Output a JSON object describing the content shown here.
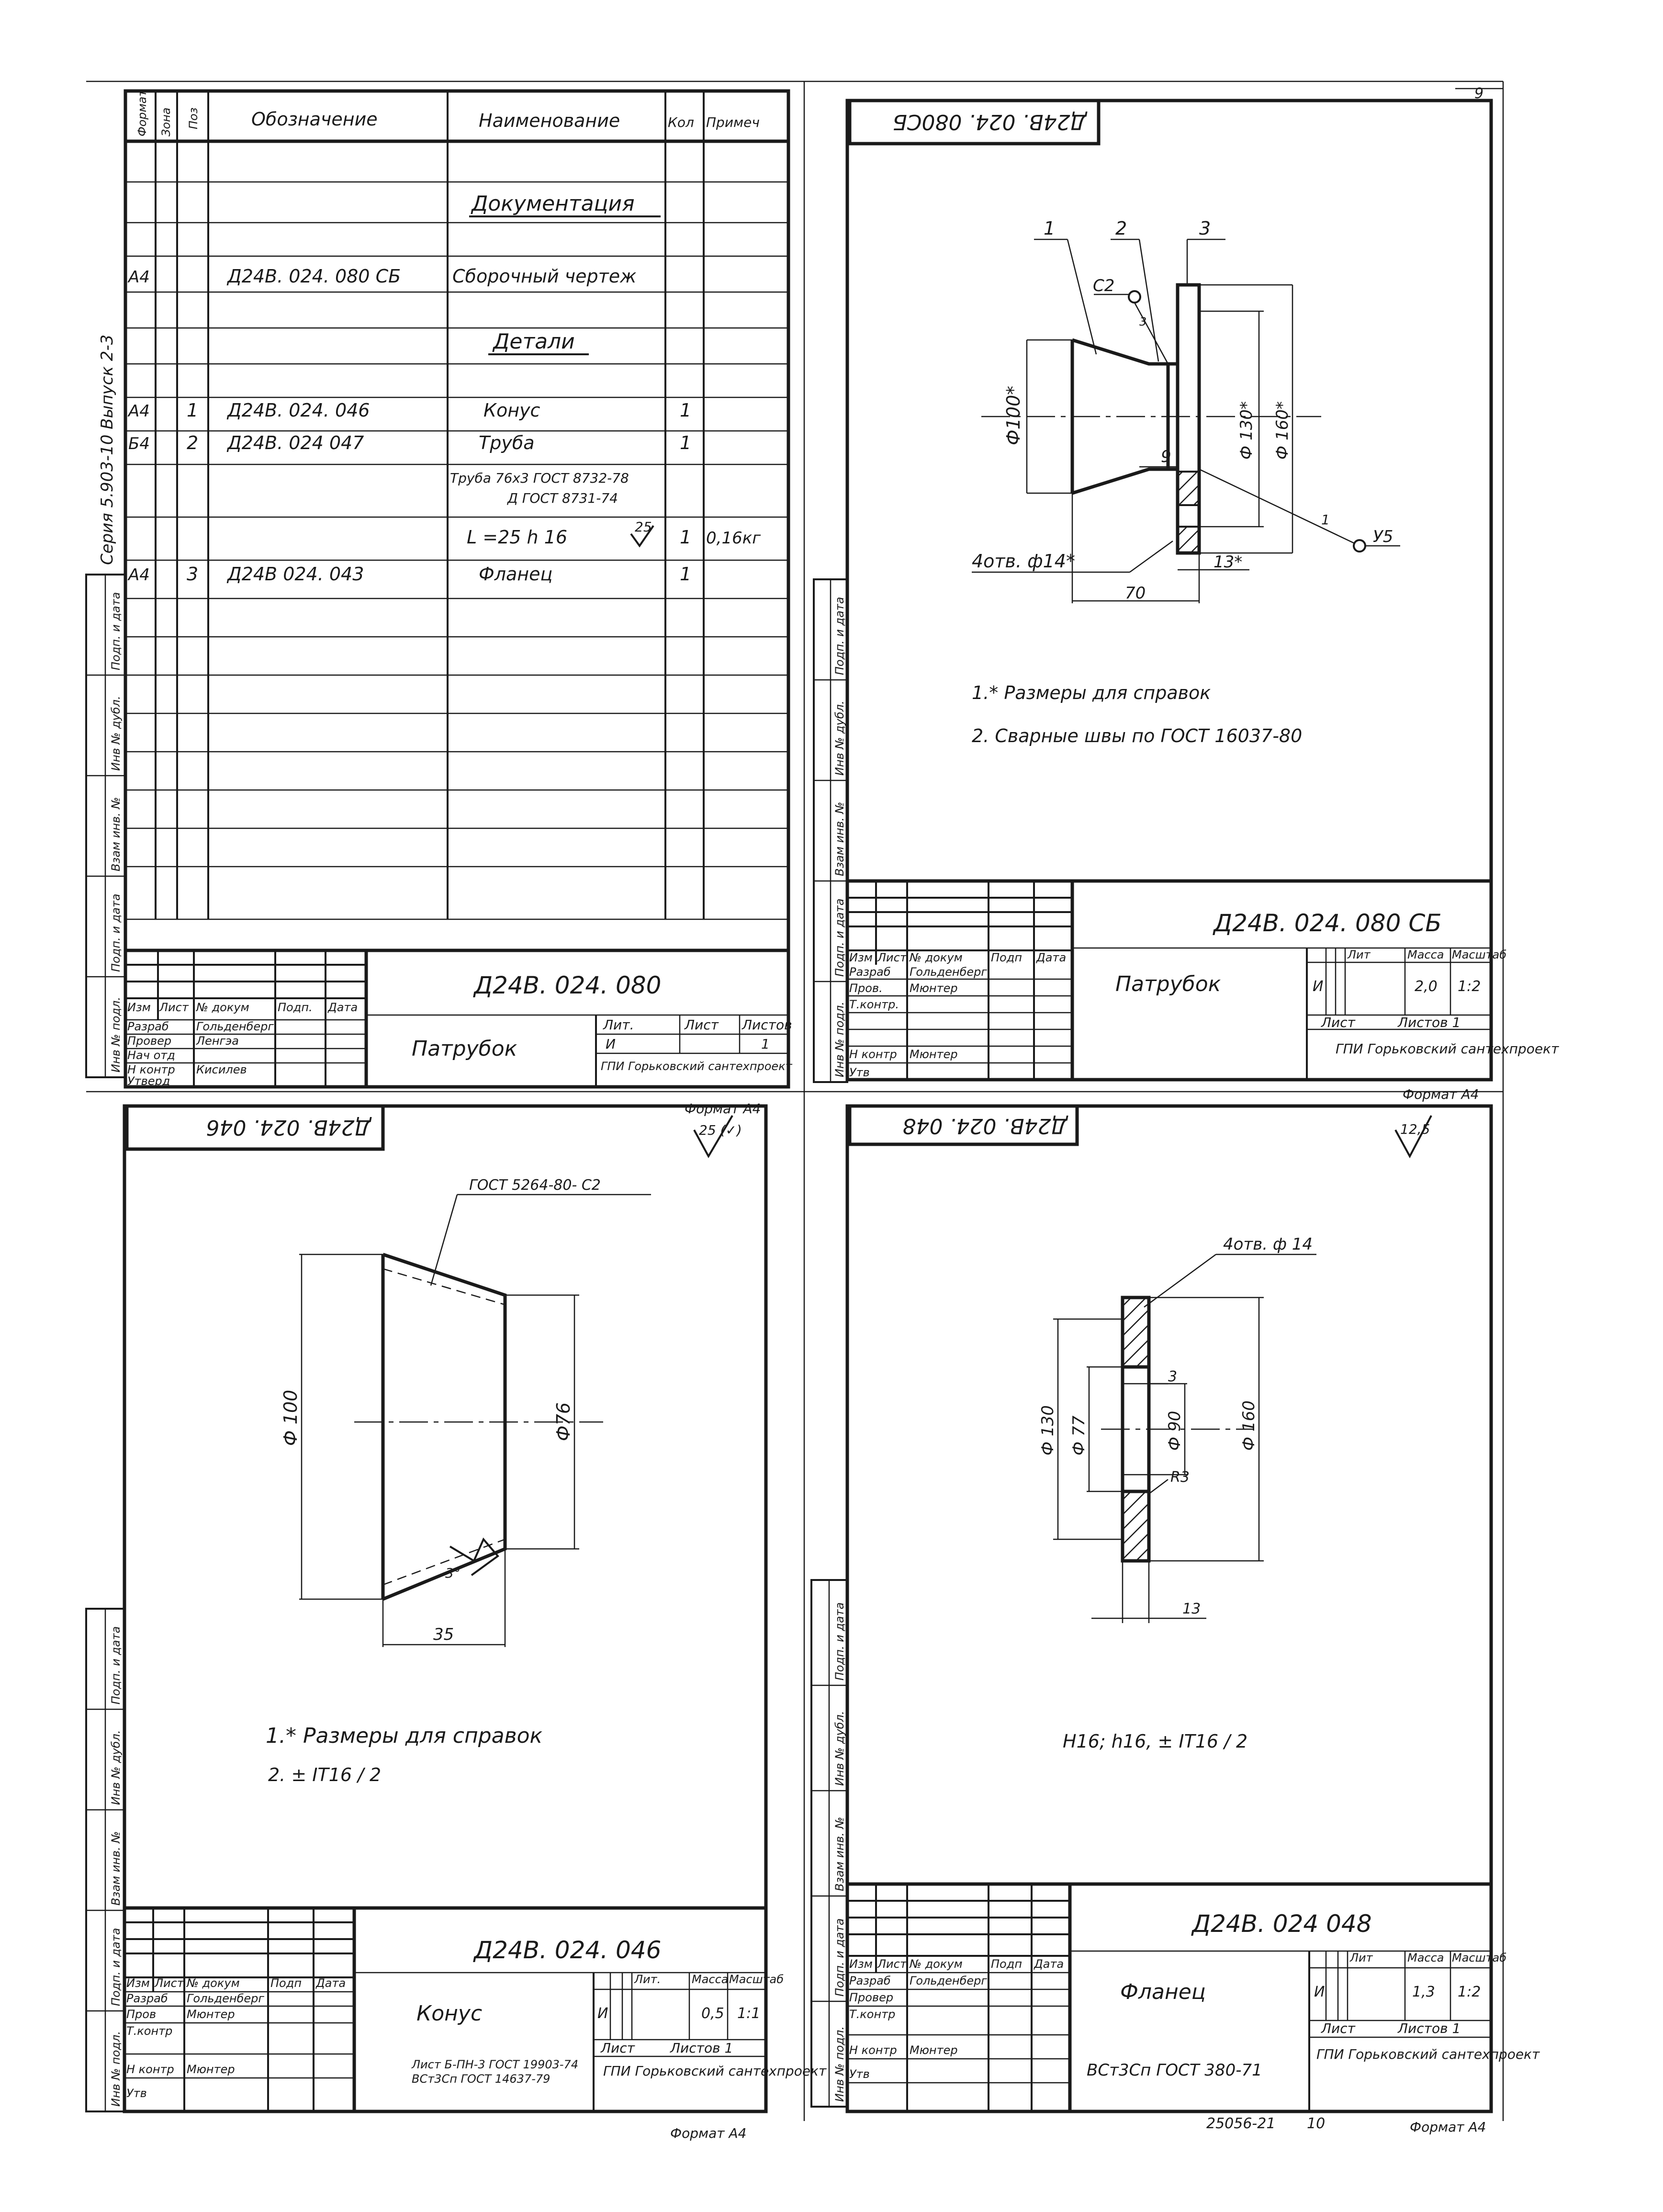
{
  "page_number": "9",
  "doc_number": "25056-21",
  "page_index": "10",
  "series": "Серия 5.903-10  Выпуск 2-3",
  "side_stamp": [
    "Инв № подл.",
    "Подп. и дата",
    "Взам инв. №",
    "Инв № дубл.",
    "Подп. и дата"
  ],
  "specification": {
    "headers": {
      "format": "Формат",
      "zone": "Зона",
      "pos": "Поз",
      "designation": "Обозначение",
      "name": "Наименование",
      "qty": "Кол",
      "note": "Примеч"
    },
    "section_docs": "Документация",
    "section_parts": "Детали",
    "rows": [
      {
        "format": "А4",
        "pos": "",
        "designation": "Д24В. 024. 080 СБ",
        "name": "Сборочный чертеж",
        "qty": "",
        "note": ""
      },
      {
        "format": "А4",
        "pos": "1",
        "designation": "Д24В. 024. 046",
        "name": "Конус",
        "qty": "1",
        "note": ""
      },
      {
        "format": "Б4",
        "pos": "2",
        "designation": "Д24В. 024 047",
        "name": "Труба",
        "qty": "1",
        "note": ""
      },
      {
        "format": "",
        "pos": "",
        "designation": "",
        "name": "Труба 76x3 ГОСТ 8732-78",
        "qty": "",
        "note": ""
      },
      {
        "format": "",
        "pos": "",
        "designation": "",
        "name": "Д ГОСТ 8731-74",
        "qty": "",
        "note": ""
      },
      {
        "format": "",
        "pos": "",
        "designation": "",
        "name": "L =25    h 16",
        "qty": "1",
        "note": "0,16кг"
      },
      {
        "format": "А4",
        "pos": "3",
        "designation": "Д24В 024. 043",
        "name": "Фланец",
        "qty": "1",
        "note": ""
      }
    ],
    "roughness": "25",
    "title_block": {
      "code": "Д24В. 024. 080",
      "title": "Патрубок",
      "labels": [
        "Изм",
        "Лист",
        "№ докум",
        "Подп.",
        "Дата"
      ],
      "roles": [
        "Разраб",
        "Провер",
        "Нач отд",
        "Н контр",
        "Утверд"
      ],
      "names": [
        "Гольденберг",
        "Ленгэа",
        "",
        "Кисилев",
        ""
      ],
      "lit_label": "Лит.",
      "sheet_label": "Лист",
      "sheets_label": "Листов",
      "lit": "И",
      "sheets": "1",
      "org": "ГПИ Горьковский сантехпроект",
      "format": "Формат А4"
    }
  },
  "assembly": {
    "stamp_code": "Д24В. 024. 080СБ",
    "callouts": [
      "1",
      "2",
      "3"
    ],
    "weld_c2": "С2",
    "weld_y5": "У5",
    "dims": {
      "d100": "Ф100*",
      "d130": "Ф 130*",
      "d160": "Ф 160*",
      "holes": "4отв. ф14*",
      "len70": "70",
      "thk13": "13*",
      "leg9": "9",
      "rad1": "1",
      "r3": "3"
    },
    "notes": [
      "1.* Размеры для справок",
      "2. Сварные  швы  по  ГОСТ  16037-80"
    ],
    "title_block": {
      "code": "Д24В. 024. 080 СБ",
      "title": "Патрубок",
      "labels": [
        "Изм",
        "Лист",
        "№ докум",
        "Подп",
        "Дата"
      ],
      "roles": [
        "Разраб",
        "Пров.",
        "Т.контр.",
        "",
        "Н контр",
        "Утв"
      ],
      "names": [
        "Гольденберг",
        "Мюнтер",
        "",
        "",
        "Мюнтер",
        ""
      ],
      "lit_label": "Лит",
      "mass_label": "Масса",
      "scale_label": "Масштаб",
      "lit": "И",
      "mass": "2,0",
      "scale": "1:2",
      "sheet_label": "Лист",
      "sheets_label": "Листов 1",
      "org": "ГПИ Горьковский сантехпроект",
      "format": "Формат А4"
    }
  },
  "cone": {
    "stamp_code": "Д24В. 024. 046",
    "roughness": "25 (✓)",
    "standard": "ГОСТ  5264-80- С2",
    "dims": {
      "d100": "Ф 100",
      "d76": "Ф76",
      "len35": "35",
      "angle": "3°"
    },
    "notes": [
      "1.* Размеры для справок",
      "2.          ±  IT16 / 2"
    ],
    "title_block": {
      "code": "Д24В. 024. 046",
      "title": "Конус",
      "labels": [
        "Изм",
        "Лист",
        "№ докум",
        "Подп",
        "Дата"
      ],
      "roles": [
        "Разраб",
        "Пров",
        "Т.контр",
        "Н контр",
        "Утв"
      ],
      "names": [
        "Гольденберг",
        "Мюнтер",
        "",
        "Мюнтер",
        ""
      ],
      "lit_label": "Лит.",
      "mass_label": "Масса",
      "scale_label": "Масштаб",
      "lit": "И",
      "mass": "0,5",
      "scale": "1:1",
      "sheet_label": "Лист",
      "sheets_label": "Листов 1",
      "material": [
        "Лист Б-ПН-3 ГОСТ 19903-74",
        "ВСт3Сп ГОСТ 14637-79"
      ],
      "org": "ГПИ Горьковский сантехпроект",
      "format": "Формат А4"
    }
  },
  "flange": {
    "stamp_code": "Д24В. 024. 048",
    "roughness": "12,5",
    "holes": "4отв. ф 14",
    "dims": {
      "d130": "Ф 130",
      "d77": "Ф 77",
      "d90": "Ф 90",
      "d160": "Ф 160",
      "c3": "3",
      "r3": "R3",
      "thk13": "13"
    },
    "tolerance": "Н16; h16,  ±  IT16 / 2",
    "title_block": {
      "code": "Д24В. 024  048",
      "title": "Фланец",
      "labels": [
        "Изм",
        "Лист",
        "№ докум",
        "Подп",
        "Дата"
      ],
      "roles": [
        "Разраб",
        "Провер",
        "Т.контр",
        "Н контр",
        "Утв"
      ],
      "names": [
        "Гольденберг",
        "",
        "",
        "Мюнтер",
        ""
      ],
      "lit_label": "Лит",
      "mass_label": "Масса",
      "scale_label": "Масштаб",
      "lit": "И",
      "mass": "1,3",
      "scale": "1:2",
      "sheet_label": "Лист",
      "sheets_label": "Листов 1",
      "material": "ВСт3Сп ГОСТ 380-71",
      "org": "ГПИ Горьковский сантехпроект",
      "format": "Формат А4"
    }
  }
}
